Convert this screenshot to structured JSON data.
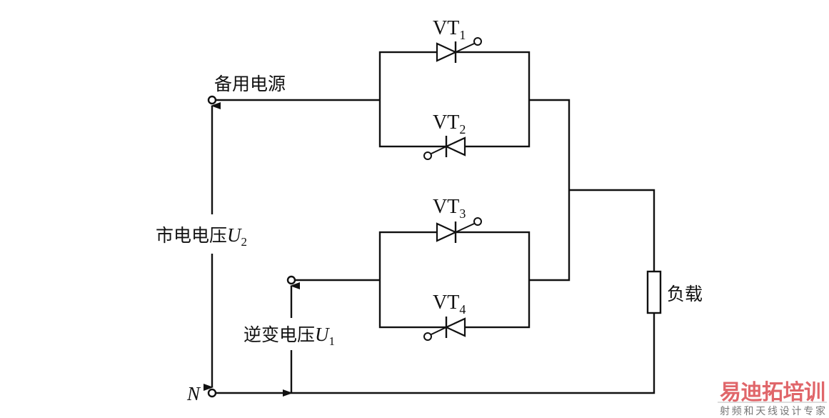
{
  "labels": {
    "backup_source": "备用电源",
    "mains_voltage": "市电电压",
    "mains_symbol": "U",
    "mains_sub": "2",
    "inverter_voltage": "逆变电压",
    "inverter_symbol": "U",
    "inverter_sub": "1",
    "load": "负载",
    "neutral": "N"
  },
  "thyristors": [
    {
      "name": "VT",
      "sub": "1"
    },
    {
      "name": "VT",
      "sub": "2"
    },
    {
      "name": "VT",
      "sub": "3"
    },
    {
      "name": "VT",
      "sub": "4"
    }
  ],
  "watermark": {
    "brand": "易迪拓培训",
    "tagline": "射频和天线设计专家",
    "colors": {
      "red": "#e0666a",
      "blue": "#6a8fc8",
      "gray": "#777777"
    }
  }
}
